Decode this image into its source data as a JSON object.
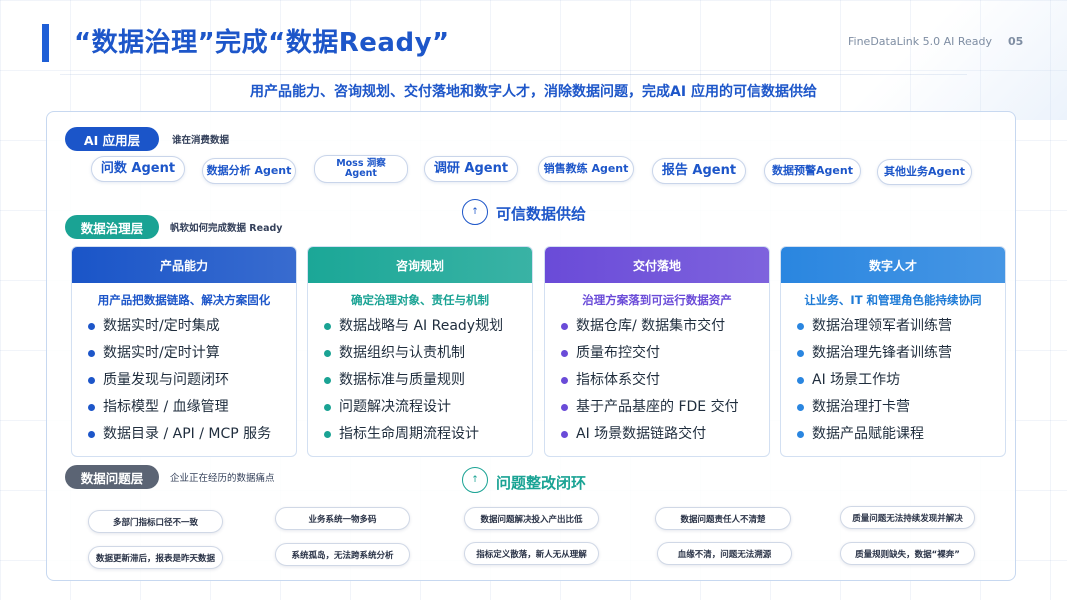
{
  "header": {
    "title": "“数据治理”完成“数据Ready”",
    "brand": "FineDataLink 5.0 AI Ready",
    "page_number": "05",
    "subtitle": "用产品能力、咨询规划、交付落地和数字人才，消除数据问题，完成AI 应用的可信数据供给"
  },
  "ai_layer": {
    "label": "AI 应用层",
    "description": "谁在消费数据",
    "color": "#1b55c9",
    "agents": [
      {
        "label": "问数 Agent"
      },
      {
        "label": "数据分析 Agent"
      },
      {
        "label": "Moss 洞察 Agent"
      },
      {
        "label": "调研 Agent"
      },
      {
        "label": "销售教练 Agent"
      },
      {
        "label": "报告 Agent"
      },
      {
        "label": "数据预警Agent"
      },
      {
        "label": "其他业务Agent"
      }
    ]
  },
  "supply": {
    "icon": "pin-circle-icon",
    "icon_glyph": "↑",
    "label": "可信数据供给",
    "color": "#1d56c9"
  },
  "governance_layer": {
    "label": "数据治理层",
    "description": "帆软如何完成数据 Ready",
    "color": "#1aa394",
    "cards": [
      {
        "header": "产品能力",
        "subtitle": "用产品把数据链路、解决方案固化",
        "head_color": "#1a55c8",
        "sub_color": "#1d56c9",
        "dot_color": "#1d56c9",
        "items": [
          "数据实时/定时集成",
          "数据实时/定时计算",
          "质量发现与问题闭环",
          "指标模型 / 血缘管理",
          "数据目录 / API / MCP 服务"
        ]
      },
      {
        "header": "咨询规划",
        "subtitle": "确定治理对象、责任与机制",
        "head_color": "#1ba797",
        "sub_color": "#1aa394",
        "dot_color": "#1aa394",
        "items": [
          "数据战略与 AI Ready规划",
          "数据组织与认责机制",
          "数据标准与质量规则",
          "问题解决流程设计",
          "指标生命周期流程设计"
        ]
      },
      {
        "header": "交付落地",
        "subtitle": "治理方案落到可运行数据资产",
        "head_color": "#6a4bd8",
        "sub_color": "#6a4bd8",
        "dot_color": "#6a4bd8",
        "items": [
          "数据仓库/ 数据集市交付",
          "质量布控交付",
          "指标体系交付",
          "基于产品基座的 FDE 交付",
          "AI 场景数据链路交付"
        ]
      },
      {
        "header": "数字人才",
        "subtitle": "让业务、IT 和管理角色能持续协同",
        "head_color": "#2a86e0",
        "sub_color": "#1d7ad6",
        "dot_color": "#2a86e0",
        "items": [
          "数据治理领军者训练营",
          "数据治理先锋者训练营",
          "AI 场景工作坊",
          "数据治理打卡营",
          "数据产品赋能课程"
        ]
      }
    ]
  },
  "loop": {
    "icon": "pin-circle-icon",
    "icon_glyph": "↑",
    "label": "问题整改闭环",
    "color": "#1aa394"
  },
  "problem_layer": {
    "label": "数据问题层",
    "description": "企业正在经历的数据痛点",
    "color": "#5b6474",
    "problems": [
      {
        "label": "多部门指标口径不一致"
      },
      {
        "label": "业务系统一物多码"
      },
      {
        "label": "数据问题解决投入产出比低"
      },
      {
        "label": "数据问题责任人不清楚"
      },
      {
        "label": "质量问题无法持续发现并解决"
      },
      {
        "label": "数据更新滞后，报表是昨天数据"
      },
      {
        "label": "系统孤岛，无法跨系统分析"
      },
      {
        "label": "指标定义散落，新人无从理解"
      },
      {
        "label": "血缘不清，问题无法溯源"
      },
      {
        "label": "质量规则缺失，数据“裸奔”"
      }
    ]
  }
}
